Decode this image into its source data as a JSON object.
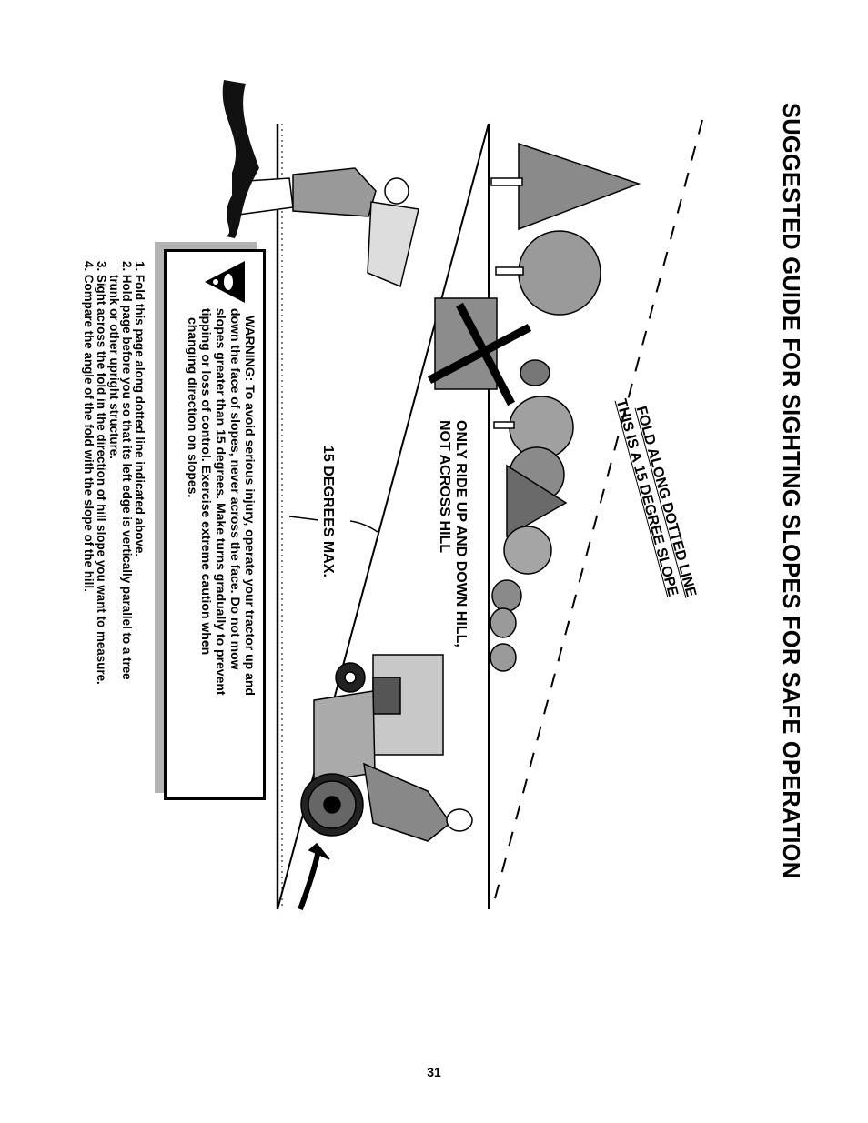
{
  "page": {
    "title": "SUGGESTED GUIDE FOR SIGHTING SLOPES FOR SAFE OPERATION",
    "page_number": "31"
  },
  "diagram": {
    "fold_line_1": "FOLD ALONG DOTTED LINE",
    "fold_line_2": "THIS IS A 15 DEGREE SLOPE",
    "ride_line_1": "ONLY RIDE UP AND DOWN HILL,",
    "ride_line_2": "NOT ACROSS HILL",
    "degrees_label": "15 DEGREES MAX."
  },
  "warning": {
    "icon": "warning-exclamation-triangle-icon",
    "lines": [
      "WARNING: To avoid serious injury, operate your tractor up and",
      "down the face of slopes, never across the face. Do not mow",
      "slopes greater than 15 degrees. Make turns gradually to prevent",
      "tipping or loss of control. Exercise extreme caution when",
      "changing direction on slopes."
    ]
  },
  "instructions": [
    "1. Fold this page along dotted line indicated above.",
    "2. Hold page before you so that its left edge is vertically parallel to a tree",
    "    trunk or other upright structure.",
    "3. Sight across the fold in the direction of hill slope you want to measure.",
    "4. Compare the angle of the fold with the slope of the hill."
  ]
}
